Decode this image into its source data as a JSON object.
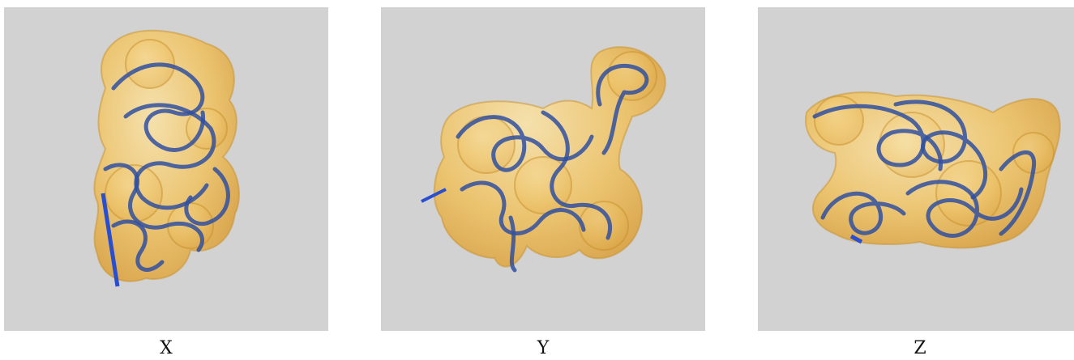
{
  "panels": [
    {
      "label": "X"
    },
    {
      "label": "Y"
    },
    {
      "label": "Z"
    }
  ],
  "colors": {
    "background": "#d2d2d2",
    "density_fill": "#f0bd55",
    "density_edge": "#c8902a",
    "ribbon": "#3050a0",
    "ribbon_highlight": "#4a72d8"
  }
}
